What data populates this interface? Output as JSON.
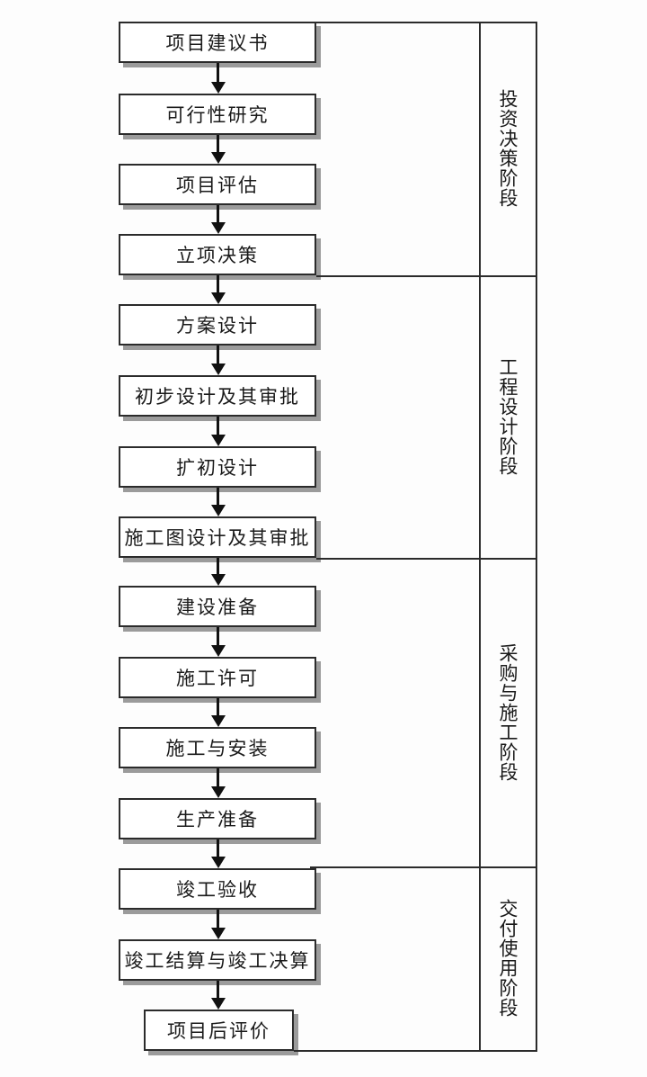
{
  "diagram": {
    "type": "flowchart",
    "direction": "top-to-bottom",
    "steps": [
      "项目建议书",
      "可行性研究",
      "项目评估",
      "立项决策",
      "方案设计",
      "初步设计及其审批",
      "扩初设计",
      "施工图设计及其审批",
      "建设准备",
      "施工许可",
      "施工与安装",
      "生产准备",
      "竣工验收",
      "竣工结算与竣工决算",
      "项目后评价"
    ],
    "phases": [
      {
        "label": "投资决策阶段",
        "steps": [
          "项目建议书",
          "可行性研究",
          "项目评估",
          "立项决策"
        ]
      },
      {
        "label": "工程设计阶段",
        "steps": [
          "方案设计",
          "初步设计及其审批",
          "扩初设计",
          "施工图设计及其审批"
        ]
      },
      {
        "label": "采购与施工阶段",
        "steps": [
          "建设准备",
          "施工许可",
          "施工与安装",
          "生产准备"
        ]
      },
      {
        "label": "交付使用阶段",
        "steps": [
          "竣工验收",
          "竣工结算与竣工决算",
          "项目后评价"
        ]
      }
    ]
  },
  "colors": {
    "line": "#2b2b2b",
    "arrow": "#111111",
    "box_background": "#ffffff",
    "box_shadow": "#9b9b9b",
    "page_background": "#fdfdfd",
    "text": "#1a1a1a"
  }
}
